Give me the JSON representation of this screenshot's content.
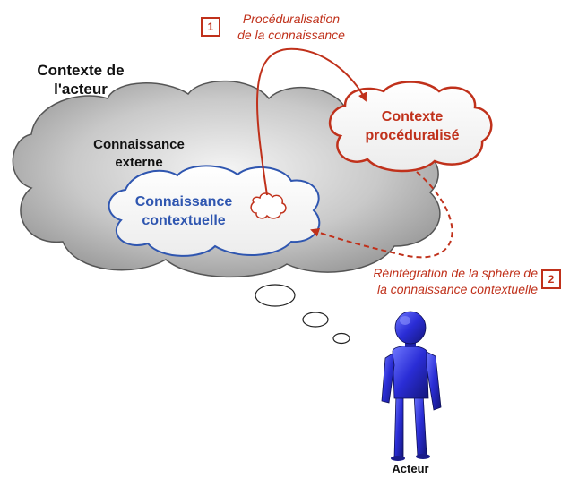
{
  "outer_context": {
    "line1": "Contexte de",
    "line2": "l'acteur"
  },
  "external_knowledge": {
    "line1": "Connaissance",
    "line2": "externe"
  },
  "contextual_knowledge": {
    "line1": "Connaissance",
    "line2": "contextuelle"
  },
  "proceduralized_context": {
    "line1": "Contexte",
    "line2": "procéduralisé"
  },
  "step1": {
    "number": "1",
    "line1": "Procéduralisation",
    "line2": "de la connaissance"
  },
  "step2": {
    "number": "2",
    "line1": "Réintégration de la sphère de",
    "line2": "la connaissance contextuelle"
  },
  "actor": {
    "label": "Acteur"
  },
  "colors": {
    "red": "#c0311b",
    "blue": "#2f56b0",
    "grey_cloud": "#b8b8b8",
    "actor_blue": "#2a2dd6"
  }
}
